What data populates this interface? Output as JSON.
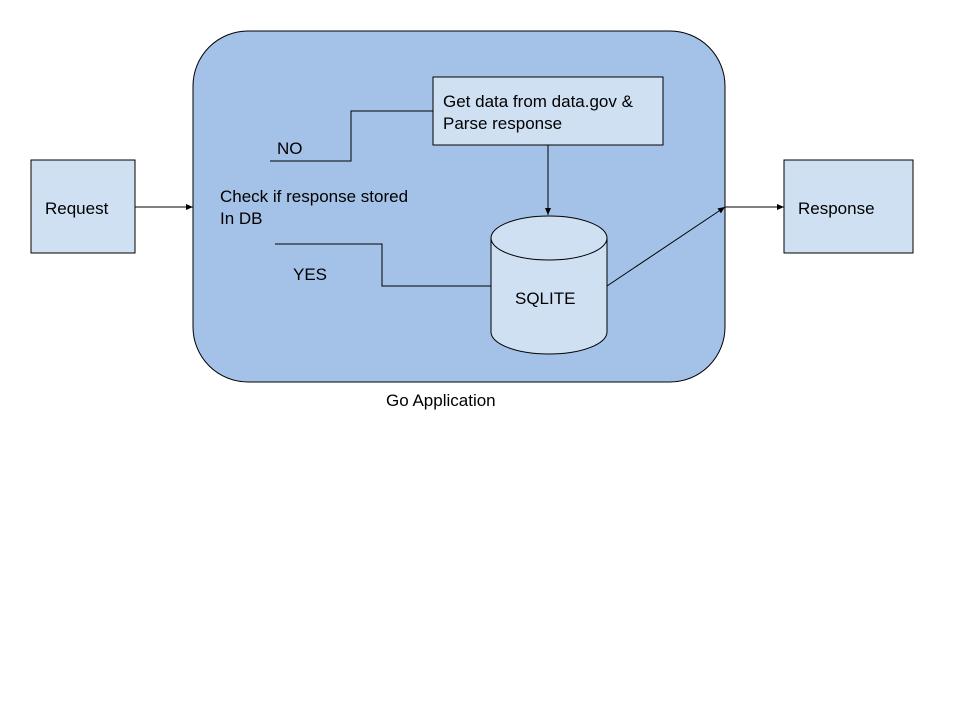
{
  "colors": {
    "app_fill": "#a4c2e8",
    "node_fill": "#cfe0f3",
    "stroke": "#000000"
  },
  "nodes": {
    "request": "Request",
    "response": "Response",
    "fetch_line1": "Get data from data.gov &",
    "fetch_line2": "Parse response",
    "check_line1": "Check if response stored",
    "check_line2": "In DB",
    "db": "SQLITE"
  },
  "branches": {
    "no": "NO",
    "yes": "YES"
  },
  "container_label": "Go Application"
}
